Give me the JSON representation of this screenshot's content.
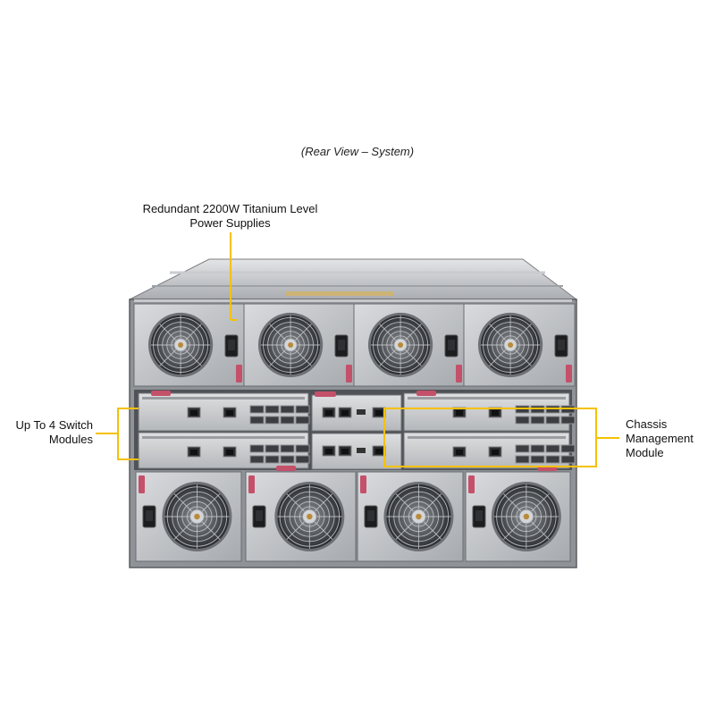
{
  "caption": "(Rear View – System)",
  "callouts": {
    "power_supplies": {
      "line1": "Redundant 2200W Titanium Level",
      "line2": "Power Supplies"
    },
    "switch_modules": {
      "line1": "Up To 4 Switch",
      "line2": "Modules"
    },
    "chassis_management": {
      "line1": "Chassis",
      "line2": "Management",
      "line3": "Module"
    }
  },
  "colors": {
    "callout": "#f5c100",
    "chassis": "#b9bcc0",
    "chassis_dark": "#55585c",
    "handle": "#c4506a",
    "fan_grill": "#3a3d40"
  },
  "icons": [
    "fan-icon",
    "power-inlet-icon",
    "rj45-port-icon",
    "sfp-port-icon",
    "module-handle-icon"
  ]
}
